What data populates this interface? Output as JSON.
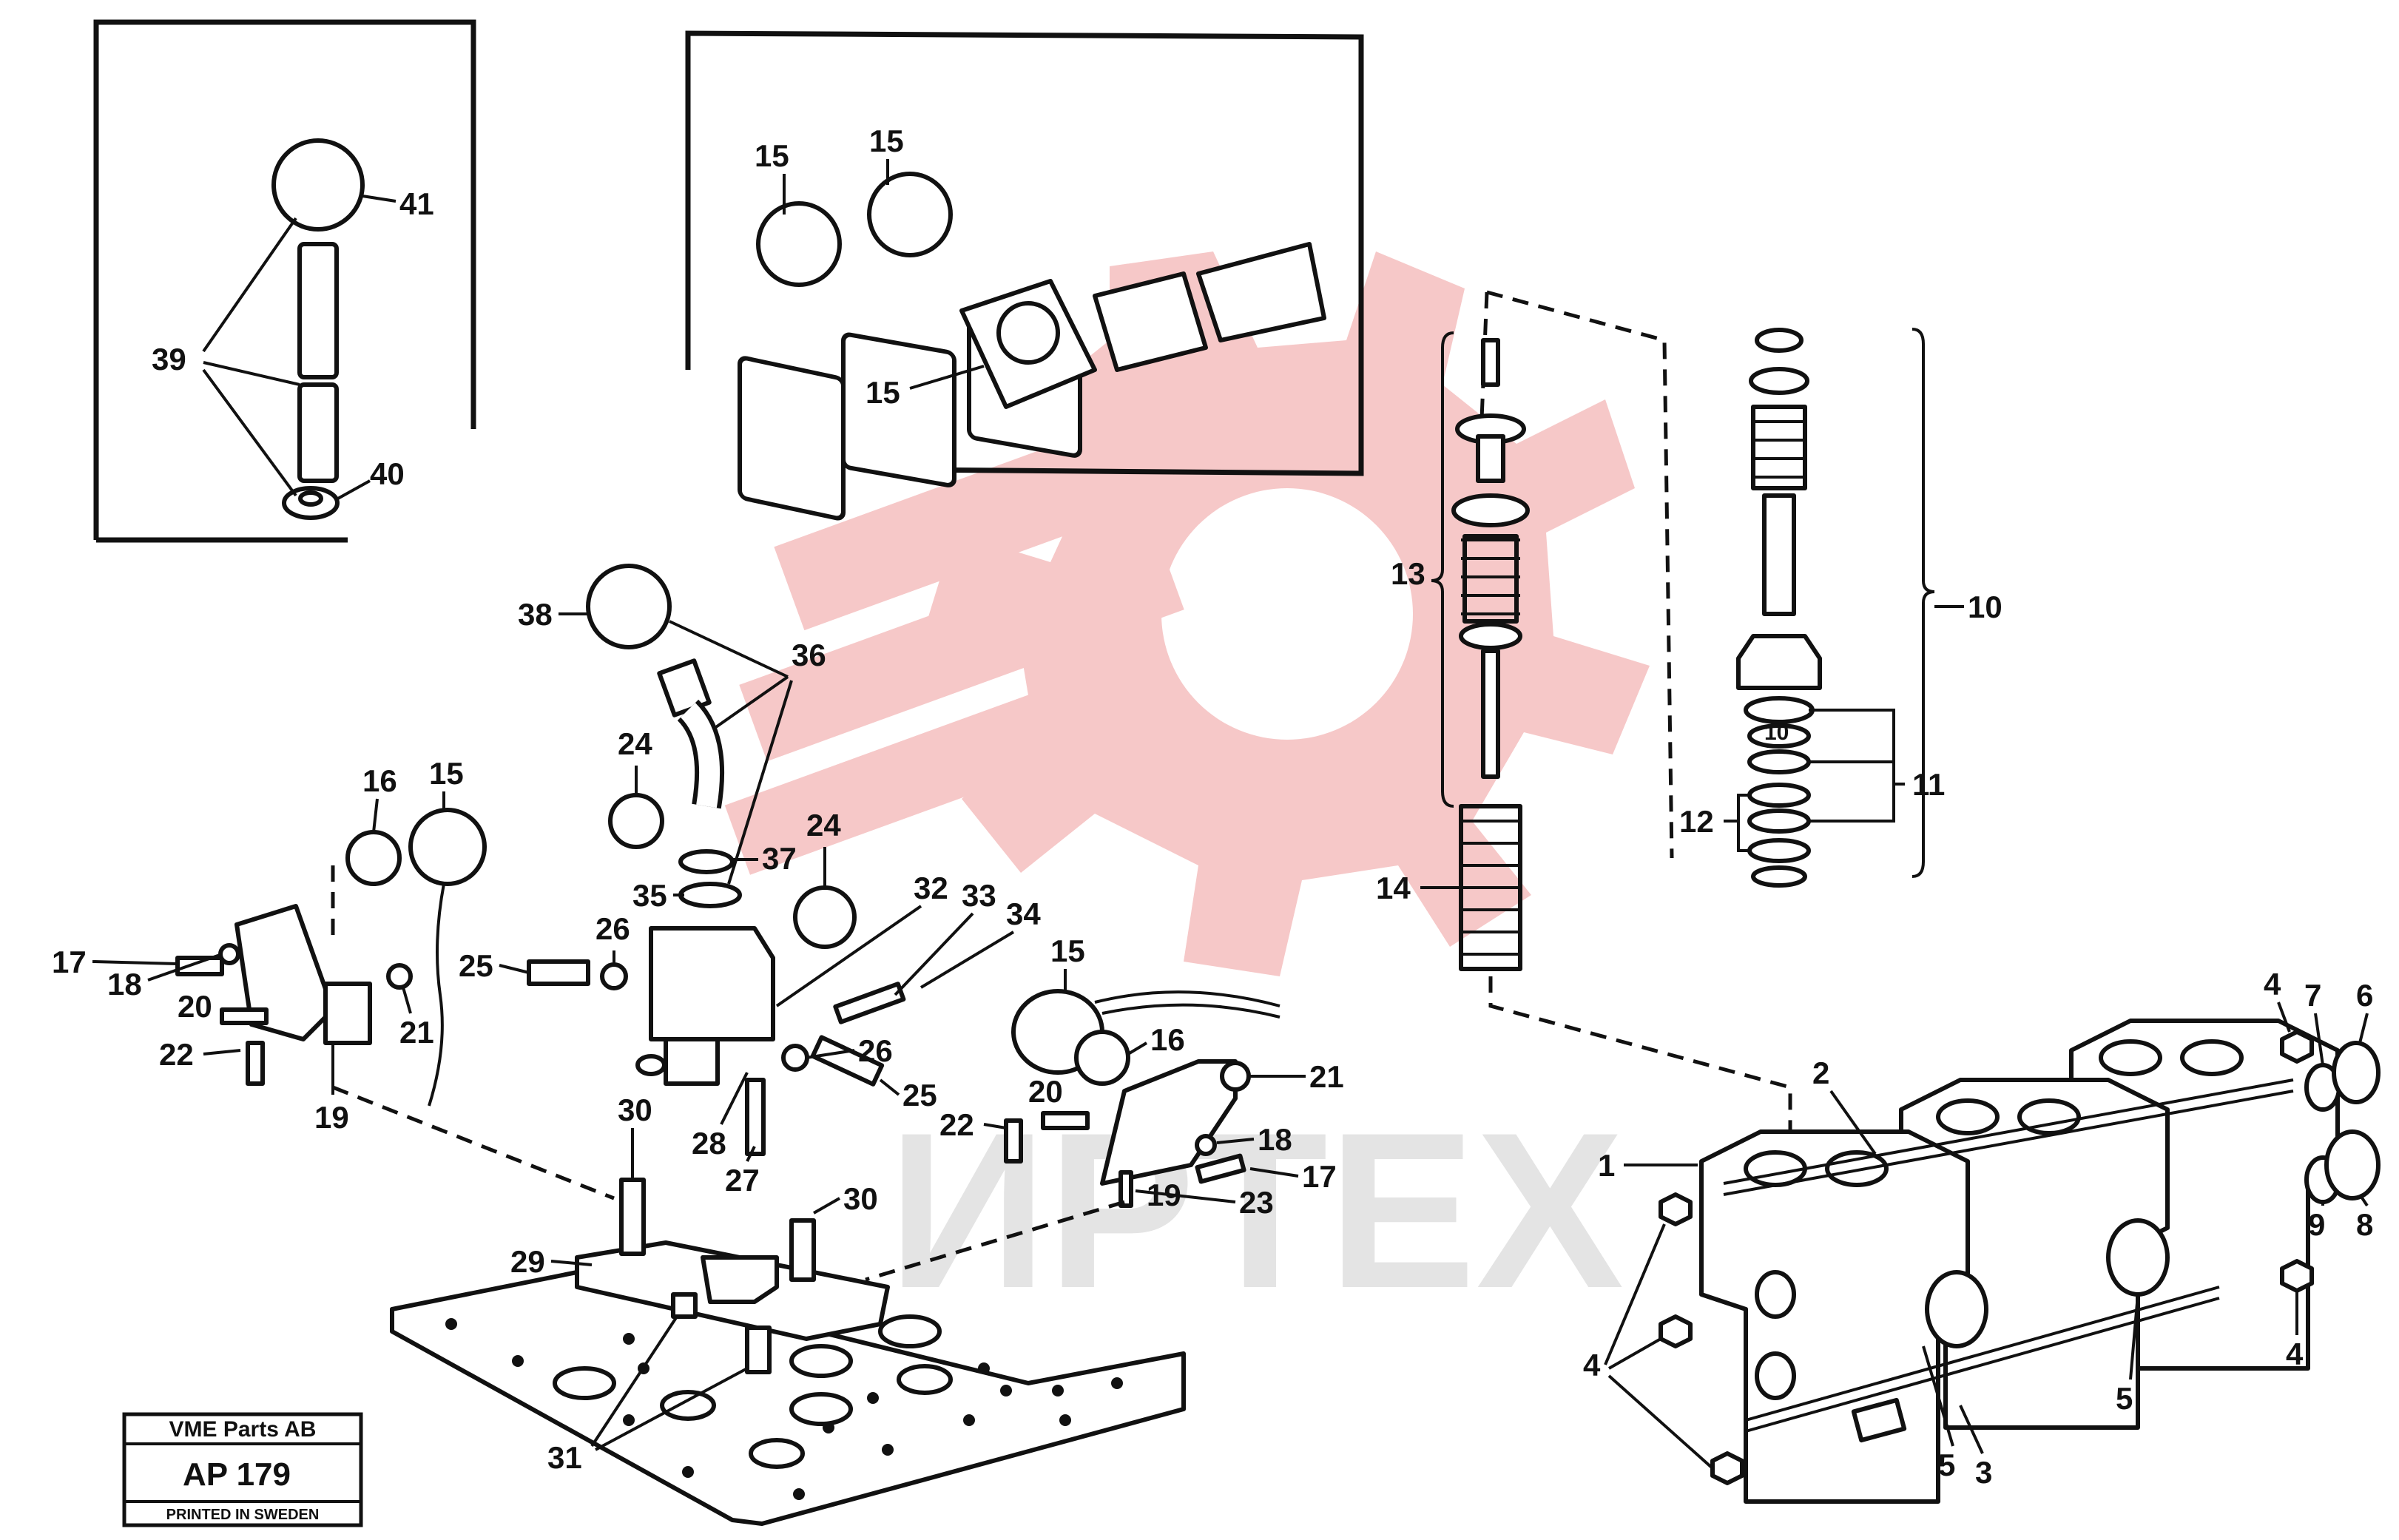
{
  "labels": {
    "l1": "1",
    "l2": "2",
    "l3": "3",
    "l4a": "4",
    "l4b": "4",
    "l4c": "4",
    "l5a": "5",
    "l5b": "5",
    "l6": "6",
    "l7": "7",
    "l8": "8",
    "l9": "9",
    "l10": "10",
    "l11": "11",
    "l12": "12",
    "l13": "13",
    "l14": "14",
    "l15a": "15",
    "l15b": "15",
    "l15c": "15",
    "l15d": "15",
    "l15e": "15",
    "l16a": "16",
    "l16b": "16",
    "l17a": "17",
    "l17b": "17",
    "l18a": "18",
    "l18b": "18",
    "l19a": "19",
    "l19b": "19",
    "l20a": "20",
    "l20b": "20",
    "l21a": "21",
    "l21b": "21",
    "l22a": "22",
    "l22b": "22",
    "l23": "23",
    "l24a": "24",
    "l24b": "24",
    "l25a": "25",
    "l25b": "25",
    "l26a": "26",
    "l26b": "26",
    "l27": "27",
    "l28": "28",
    "l29": "29",
    "l30a": "30",
    "l30b": "30",
    "l31": "31",
    "l32": "32",
    "l33": "33",
    "l34": "34",
    "l35": "35",
    "l36": "36",
    "l37": "37",
    "l38": "38",
    "l39": "39",
    "l40": "40",
    "l41": "41",
    "l10b": "10"
  },
  "watermark_text": "ИРТЕХ",
  "title_block": {
    "company": "VME Parts AB",
    "code": "AP 179",
    "footer": "PRINTED IN SWEDEN"
  },
  "colors": {
    "watermark_logo": "#f6c8c8",
    "watermark_text": "#e4e4e4",
    "ink": "#111111"
  }
}
